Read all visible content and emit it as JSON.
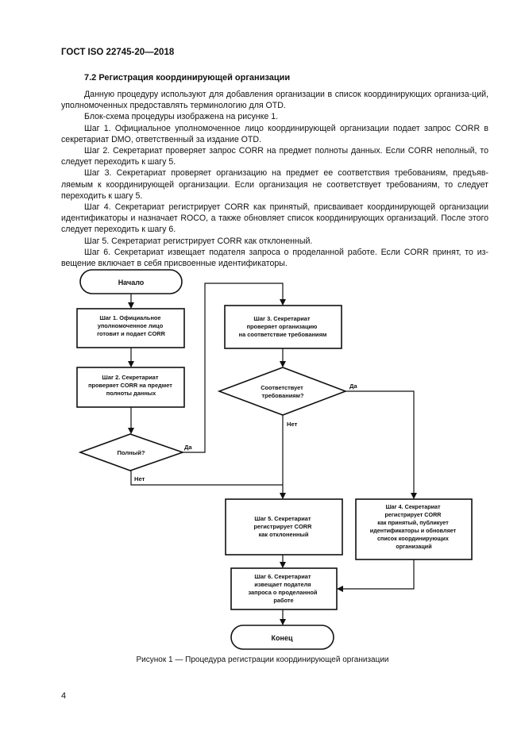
{
  "header": {
    "doc_id": "ГОСТ ISO 22745-20—2018"
  },
  "section": {
    "title": "7.2 Регистрация координирующей организации",
    "paragraphs": [
      "Данную процедуру используют для добавления организации в список координирующих организа-ций, уполномоченных предоставлять терминологию для OTD.",
      "Блок-схема процедуры изображена на рисунке 1.",
      "Шаг 1. Официальное уполномоченное лицо координирующей организации подает запрос CORR в секретариат DMO, ответственный за издание OTD.",
      "Шаг 2. Секретариат проверяет запрос CORR на предмет полноты данных. Если CORR неполный, то следует переходить к шагу 5.",
      "Шаг 3. Секретариат проверяет организацию на предмет ее соответствия требованиям, предъяв-ляемым к координирующей организации. Если организация не соответствует требованиям, то следует переходить к шагу 5.",
      "Шаг 4. Секретариат регистрирует CORR как принятый, присваивает координирующей организации идентификаторы и назначает ROCO, а также обновляет список координирующих организаций. После этого следует переходить к шагу 6.",
      "Шаг 5. Секретариат регистрирует CORR как отклоненный.",
      "Шаг 6. Секретариат извещает подателя запроса о проделанной работе. Если CORR принят, то из-вещение включает в себя присвоенные идентификаторы."
    ]
  },
  "flowchart": {
    "start": "Начало",
    "step1": [
      "Шаг 1. Официальное",
      "уполномоченное лицо",
      "готовит и подает CORR"
    ],
    "step2": [
      "Шаг 2. Секретариат",
      "проверяет CORR на предмет",
      "полноты данных"
    ],
    "decision1": "Полный?",
    "step3": [
      "Шаг 3. Секретариат",
      "проверяет организацию",
      "на соответствие требованиям"
    ],
    "decision2": [
      "Соответствует",
      "требованиям?"
    ],
    "step4": [
      "Шаг 4. Секретариат",
      "регистрирует CORR",
      "как принятый, публикует",
      "идентификаторы и обновляет",
      "список координирующих",
      "организаций"
    ],
    "step5": [
      "Шаг 5. Секретариат",
      "регистрирует CORR",
      "как отклоненный"
    ],
    "step6": [
      "Шаг 6. Секретариат",
      "извещает подателя",
      "запроса о проделанной",
      "работе"
    ],
    "end": "Конец",
    "yes": "Да",
    "no": "Нет"
  },
  "caption": "Рисунок 1 — Процедура регистрации координирующей организации",
  "page_number": "4"
}
